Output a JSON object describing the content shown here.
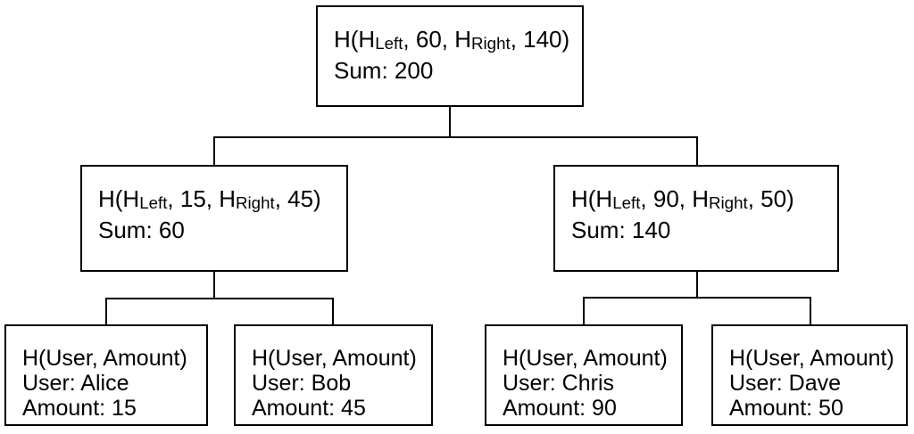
{
  "diagram": {
    "title_semantic": "merkle-sum-tree",
    "colors": {
      "background": "#ffffff",
      "border": "#000000",
      "text": "#000000"
    },
    "root": {
      "hash": {
        "p1": "H(H",
        "sub1": "Left",
        "p2": ", 60, H",
        "sub2": "Right",
        "p3": ", 140)"
      },
      "sum": "Sum: 200"
    },
    "left_child": {
      "hash": {
        "p1": "H(H",
        "sub1": "Left",
        "p2": ", 15, H",
        "sub2": "Right",
        "p3": ", 45)"
      },
      "sum": "Sum: 60"
    },
    "right_child": {
      "hash": {
        "p1": "H(H",
        "sub1": "Left",
        "p2": ", 90, H",
        "sub2": "Right",
        "p3": ", 50)"
      },
      "sum": "Sum: 140"
    },
    "leaves": [
      {
        "hash": "H(User, Amount)",
        "user": "User: Alice",
        "amount": "Amount: 15"
      },
      {
        "hash": "H(User, Amount)",
        "user": "User: Bob",
        "amount": "Amount: 45"
      },
      {
        "hash": "H(User, Amount)",
        "user": "User: Chris",
        "amount": "Amount: 90"
      },
      {
        "hash": "H(User, Amount)",
        "user": "User: Dave",
        "amount": "Amount: 50"
      }
    ]
  }
}
